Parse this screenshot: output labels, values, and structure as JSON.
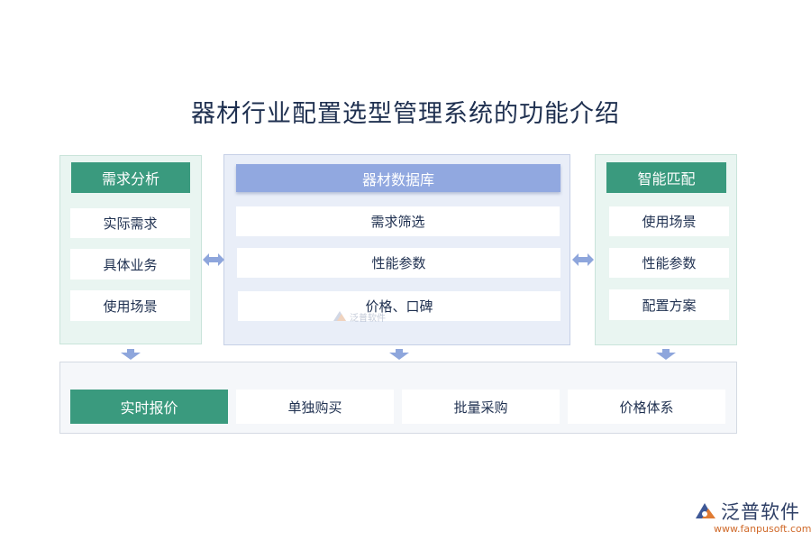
{
  "title": "器材行业配置选型管理系统的功能介绍",
  "left": {
    "header": "需求分析",
    "items": [
      "实际需求",
      "具体业务",
      "使用场景"
    ]
  },
  "middle": {
    "header": "器材数据库",
    "items": [
      "需求筛选",
      "性能参数",
      "价格、口碑"
    ]
  },
  "right": {
    "header": "智能匹配",
    "items": [
      "使用场景",
      "性能参数",
      "配置方案"
    ]
  },
  "bottom": {
    "items": [
      "实时报价",
      "单独购买",
      "批量采购",
      "价格体系"
    ]
  },
  "watermark": "泛普软件",
  "logo": {
    "name": "泛普软件",
    "url": "www.fanpusoft.com"
  },
  "colors": {
    "green": "#3a9a7e",
    "blue": "#91a8e0",
    "arrow": "#8ea6dc",
    "title": "#1f3050"
  }
}
